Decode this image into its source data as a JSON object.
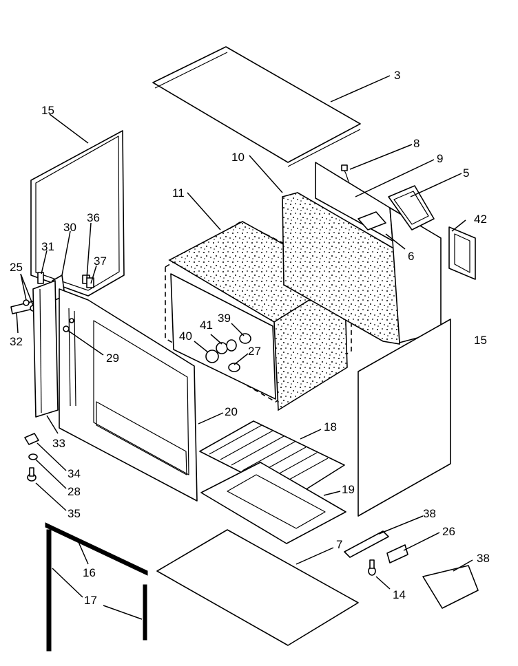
{
  "diagram": {
    "callouts": {
      "c3": "3",
      "c8": "8",
      "c9": "9",
      "c10": "10",
      "c5": "5",
      "c11": "11",
      "c15a": "15",
      "c15b": "15",
      "c42": "42",
      "c6": "6",
      "c30": "30",
      "c36": "36",
      "c31": "31",
      "c37": "37",
      "c25": "25",
      "c32": "32",
      "c29": "29",
      "c39": "39",
      "c41": "41",
      "c40": "40",
      "c27": "27",
      "c20": "20",
      "c18": "18",
      "c19": "19",
      "c33": "33",
      "c34": "34",
      "c28": "28",
      "c35": "35",
      "c38a": "38",
      "c26": "26",
      "c7": "7",
      "c38b": "38",
      "c16": "16",
      "c17": "17",
      "c14": "14"
    }
  }
}
